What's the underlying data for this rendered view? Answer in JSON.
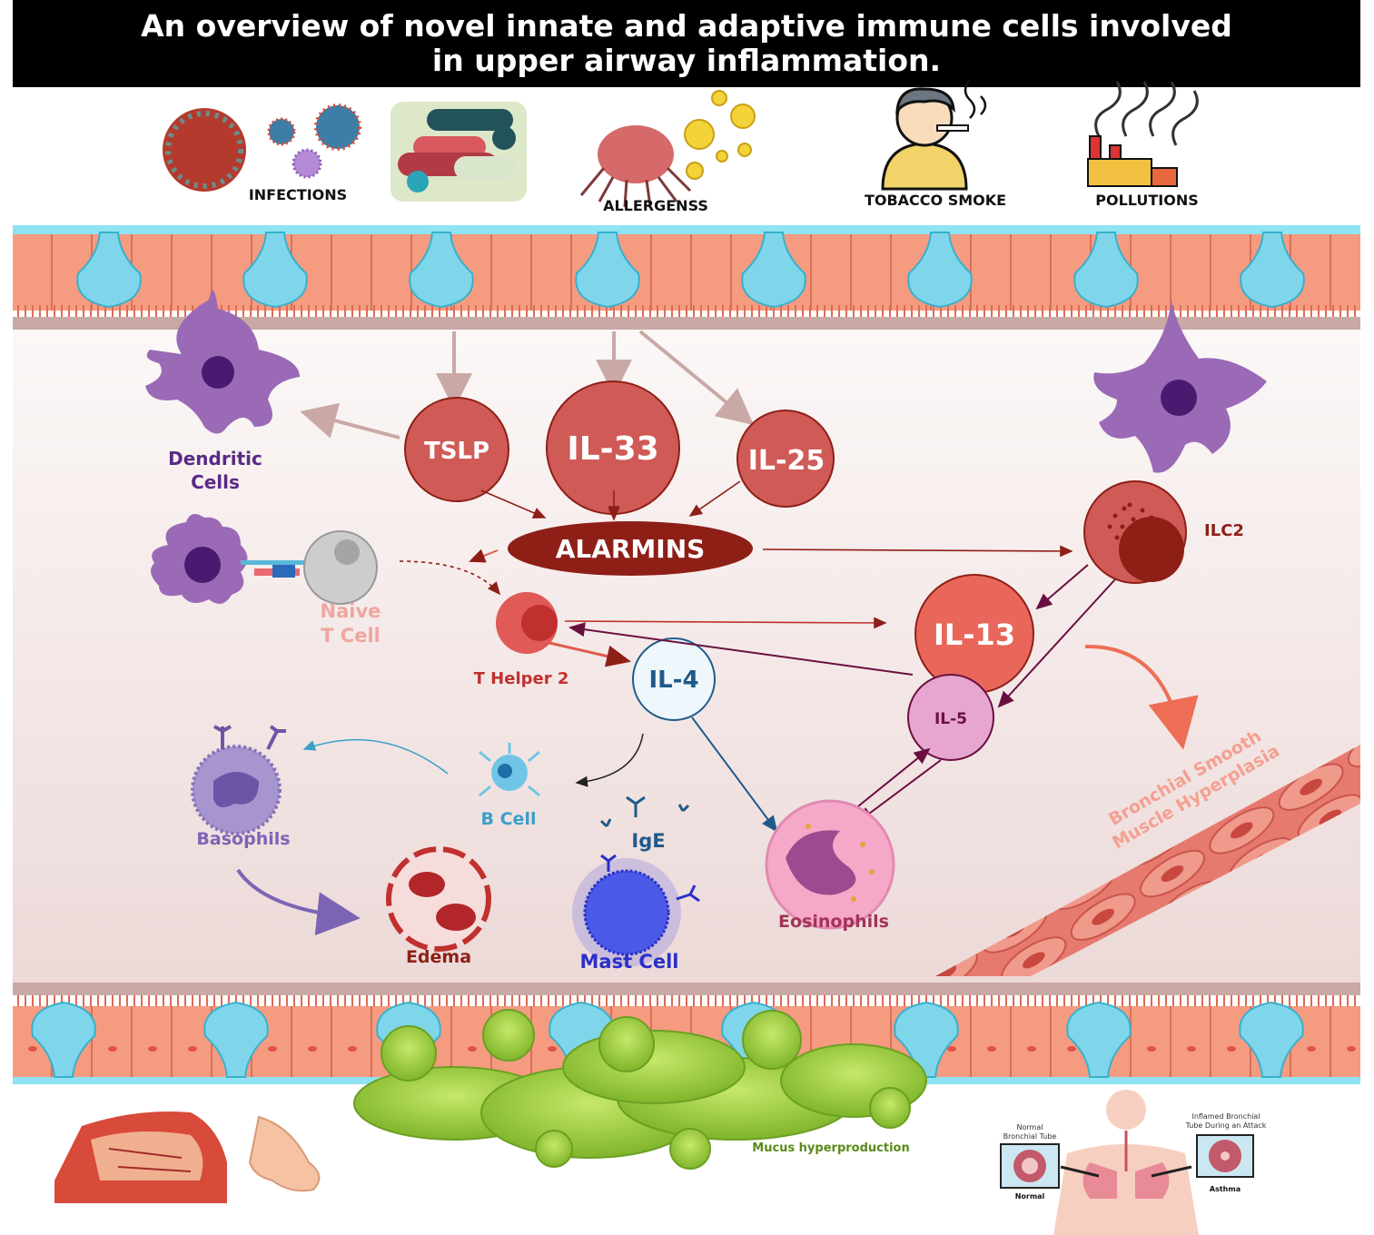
{
  "title": {
    "line1": "An overview of novel innate and adaptive immune cells involved",
    "line2": "in upper airway inflammation."
  },
  "triggers": {
    "infections": "INFECTIONS",
    "allergens": "ALLERGENSS",
    "tobacco": "TOBACCO SMOKE",
    "pollutions": "POLLUTIONS"
  },
  "cytokines": {
    "tslp": "TSLP",
    "il33": "IL-33",
    "il25": "IL-25",
    "alarmins": "ALARMINS",
    "il13": "IL-13",
    "il5": "IL-5",
    "il4": "IL-4"
  },
  "cells": {
    "dendritic_line1": "Dendritic",
    "dendritic_line2": "Cells",
    "naive_line1": "Naive",
    "naive_line2": "T Cell",
    "th2": "T Helper 2",
    "ilc2": "ILC2",
    "bcell": "B Cell",
    "ige": "IgE",
    "basophils": "Basophils",
    "edema": "Edema",
    "mast": "Mast Cell",
    "eosinophils": "Eosinophils"
  },
  "outcomes": {
    "smooth_line1": "Bronchial Smooth",
    "smooth_line2": "Muscle Hyperplasia",
    "mucus": "Mucus hyperproduction"
  },
  "lungs": {
    "normal_top1": "Normal",
    "normal_top2": "Bronchial Tube",
    "normal_label": "Normal",
    "inflamed_top1": "Inflamed Bronchial",
    "inflamed_top2": "Tube During an Attack",
    "asthma_label": "Asthma"
  },
  "colors": {
    "cyto_red": "#cf5a56",
    "alarmins": "#8e1f17",
    "dendritic": "#9a6ab6",
    "epithelium": "#f29a7e",
    "goblet": "#7fd6ea",
    "mucus": "#9cd13a",
    "il4_text": "#1f5a8a",
    "mast": "#4047e0"
  }
}
